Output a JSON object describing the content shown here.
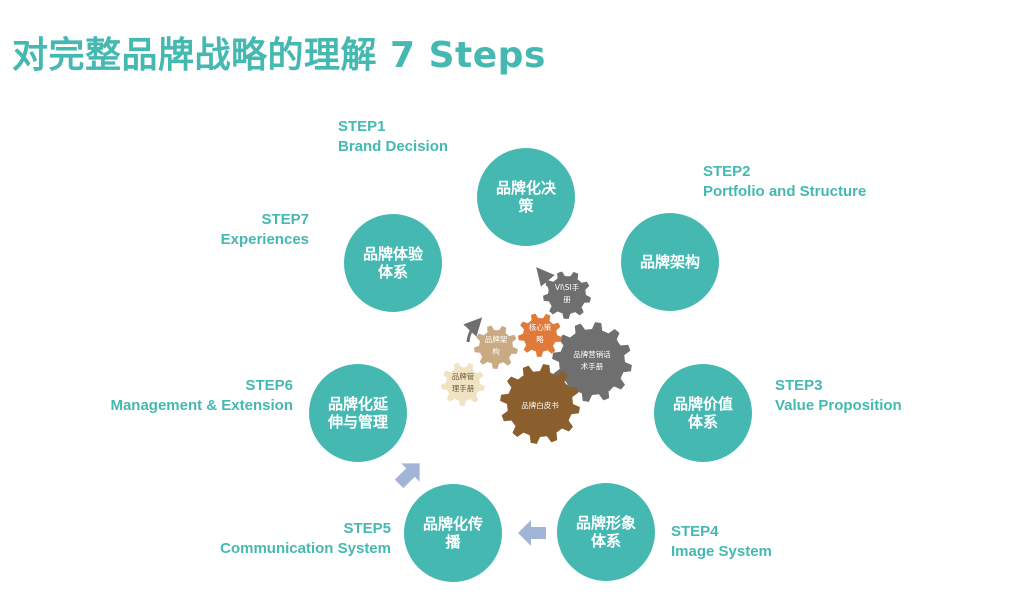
{
  "title": "对完整品牌战略的理解 7 Steps",
  "steps": [
    {
      "step": "STEP1",
      "name": "Brand Decision",
      "circle": "品牌化决策"
    },
    {
      "step": "STEP2",
      "name": "Portfolio and Structure",
      "circle": "品牌架构"
    },
    {
      "step": "STEP3",
      "name": "Value Proposition",
      "circle": "品牌价值体系"
    },
    {
      "step": "STEP4",
      "name": "Image System",
      "circle": "品牌形象体系"
    },
    {
      "step": "STEP5",
      "name": "Communication System",
      "circle": "品牌化传播"
    },
    {
      "step": "STEP6",
      "name": "Management & Extension",
      "circle": "品牌化延伸与管理"
    },
    {
      "step": "STEP7",
      "name": "Experiences",
      "circle": "品牌体验体系"
    }
  ],
  "gears": {
    "vi_manual": [
      "VI\\SI手",
      "册"
    ],
    "core_strategy": [
      "核心策",
      "略"
    ],
    "architecture": [
      "品牌架",
      "构"
    ],
    "marketing_manual": [
      "品牌营销话",
      "术手册"
    ],
    "management_manual": [
      "品牌管",
      "理手册"
    ],
    "white_paper": [
      "品牌白皮书"
    ]
  },
  "colors": {
    "teal": "#45b8b1",
    "arrow": "#a3b5d6",
    "gear_dark_gray": "#6f6f6f",
    "gear_orange": "#e07a3a",
    "gear_tan": "#c9aa82",
    "gear_cream": "#efe3c4",
    "gear_brown": "#8a5e2d"
  }
}
